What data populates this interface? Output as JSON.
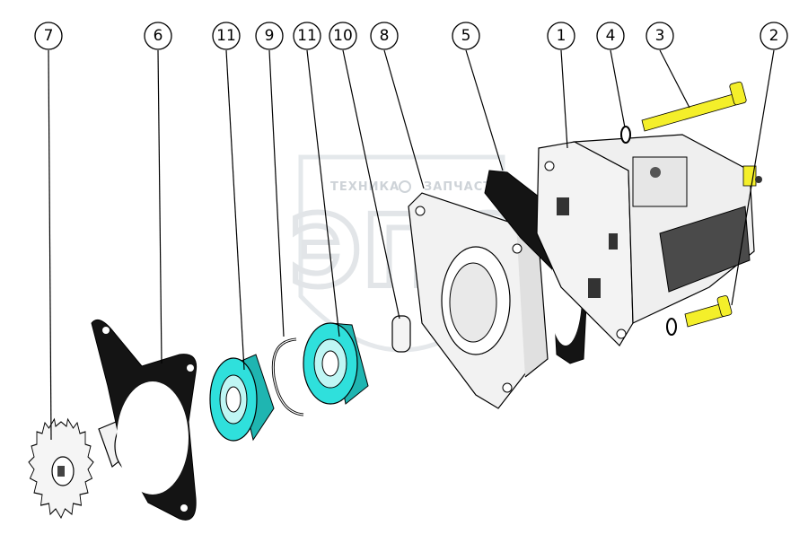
{
  "diagram": {
    "watermark": {
      "top_text_left": "ТЕХНИКА",
      "top_text_right": "ЗАПЧАСТИ",
      "logo_text": "ЭПС"
    },
    "callouts": [
      {
        "id": "c7",
        "label": "7"
      },
      {
        "id": "c6",
        "label": "6"
      },
      {
        "id": "c11a",
        "label": "11"
      },
      {
        "id": "c9",
        "label": "9"
      },
      {
        "id": "c11b",
        "label": "11"
      },
      {
        "id": "c10",
        "label": "10"
      },
      {
        "id": "c8",
        "label": "8"
      },
      {
        "id": "c5",
        "label": "5"
      },
      {
        "id": "c1",
        "label": "1"
      },
      {
        "id": "c4",
        "label": "4"
      },
      {
        "id": "c3",
        "label": "3"
      },
      {
        "id": "c2",
        "label": "2"
      }
    ],
    "colors": {
      "bearing": "#2fe0dc",
      "bolt": "#f4ef2a",
      "gasket": "#111111",
      "housing": "#f2f2f2",
      "outline": "#000000"
    }
  }
}
